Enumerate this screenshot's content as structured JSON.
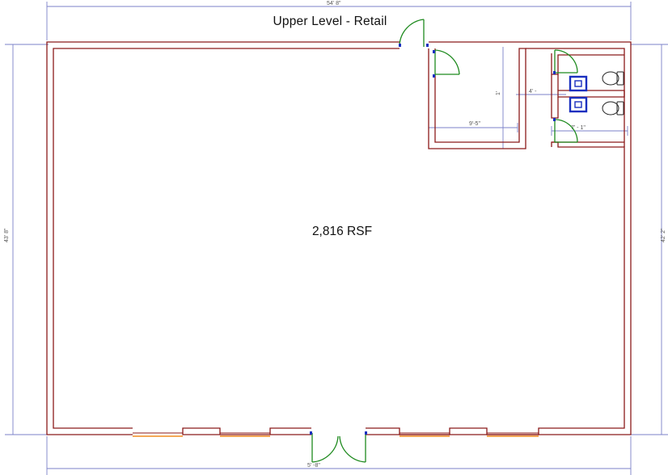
{
  "plan": {
    "title": "Upper Level  - Retail",
    "area_label": "2,816 RSF"
  },
  "dimensions": {
    "top_width": "54' 8\"",
    "left_height": "43' 8\"",
    "right_height": "42' 2\"",
    "bottom_width": "5' -8\"",
    "room_width": "9'-5\"",
    "room_height": "1'",
    "restroom_gap": "4' - ",
    "restroom_width": "7' - 1\""
  },
  "colors": {
    "wall": "#8b1a1a",
    "door": "#1e8a1e",
    "window": "#f08c1e",
    "fixture": "#1a2fbf",
    "dimension": "#7b82c9"
  }
}
